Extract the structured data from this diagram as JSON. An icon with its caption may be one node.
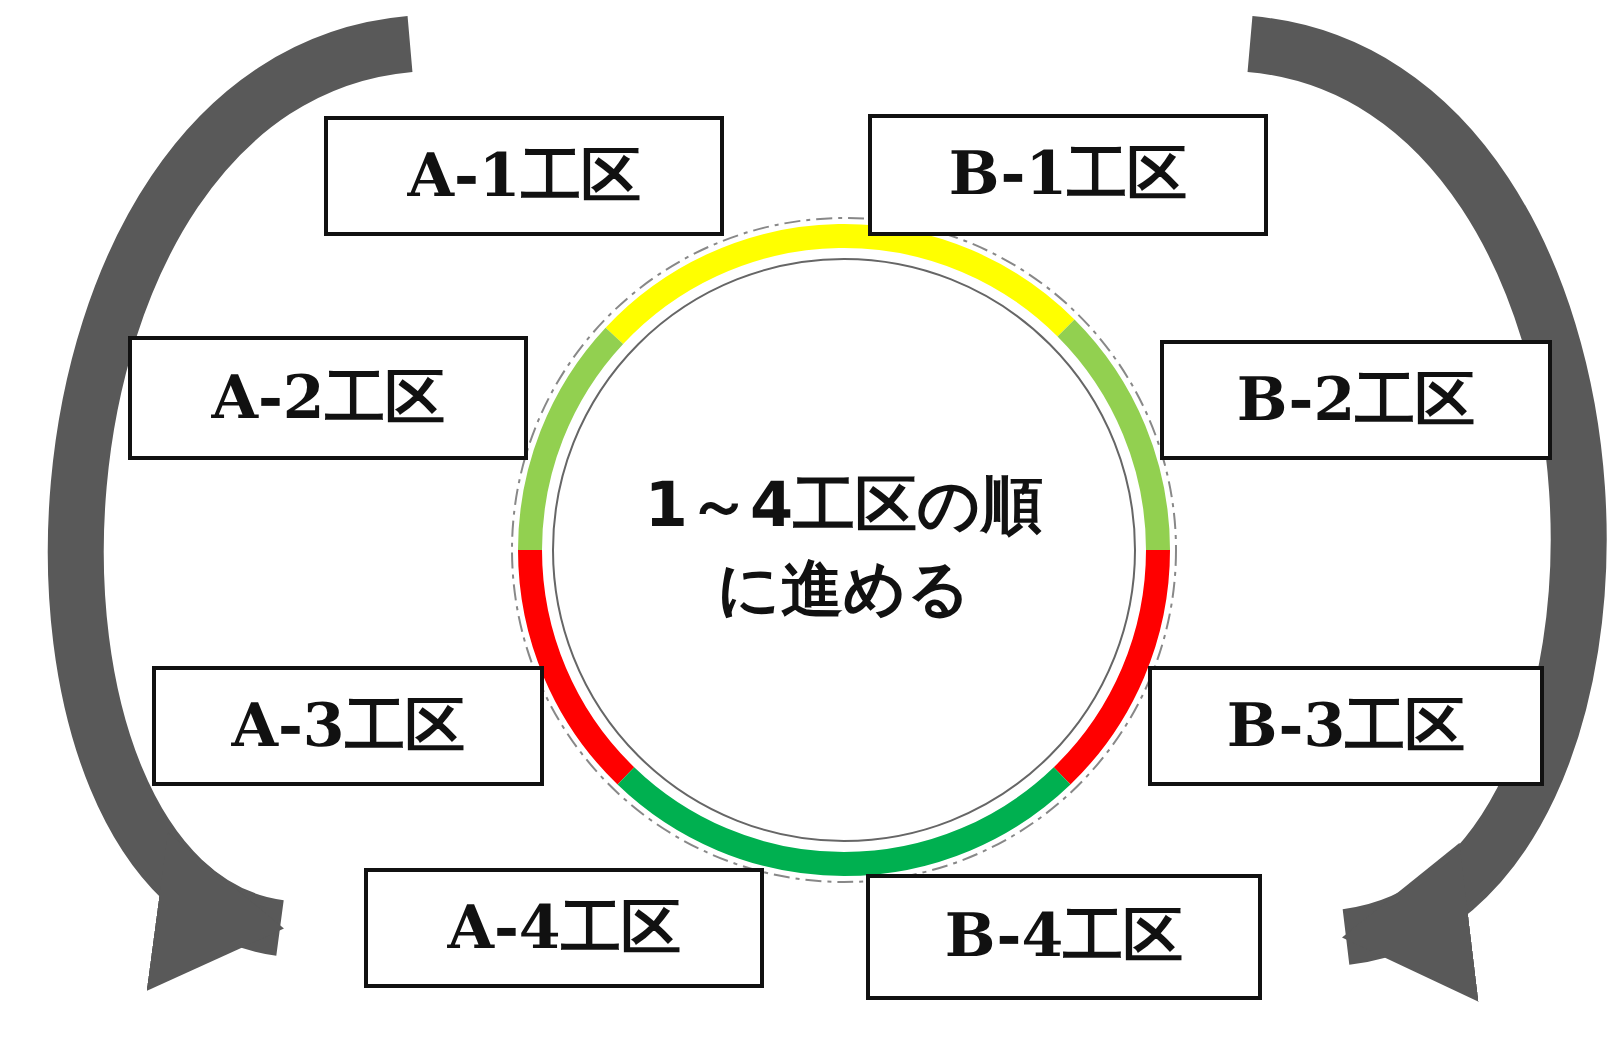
{
  "diagram": {
    "nodes": [
      {
        "text": [
          "1～4工区の順に進める"
        ]
      },
      {
        "text": [
          "A-1工区"
        ]
      },
      {
        "text": [
          "B-1工区"
        ]
      },
      {
        "text": [
          "A-2工区"
        ]
      },
      {
        "text": [
          "B-2工区"
        ]
      },
      {
        "text": [
          "A-3工区"
        ]
      },
      {
        "text": [
          "B-3工区"
        ]
      },
      {
        "text": [
          "A-4工区"
        ]
      },
      {
        "text": [
          "B-4工区"
        ]
      }
    ],
    "edges": [
      {
        "from": null,
        "to": 7,
        "arrow": "to"
      },
      {
        "from": null,
        "to": 8,
        "arrow": "to"
      }
    ]
  }
}
